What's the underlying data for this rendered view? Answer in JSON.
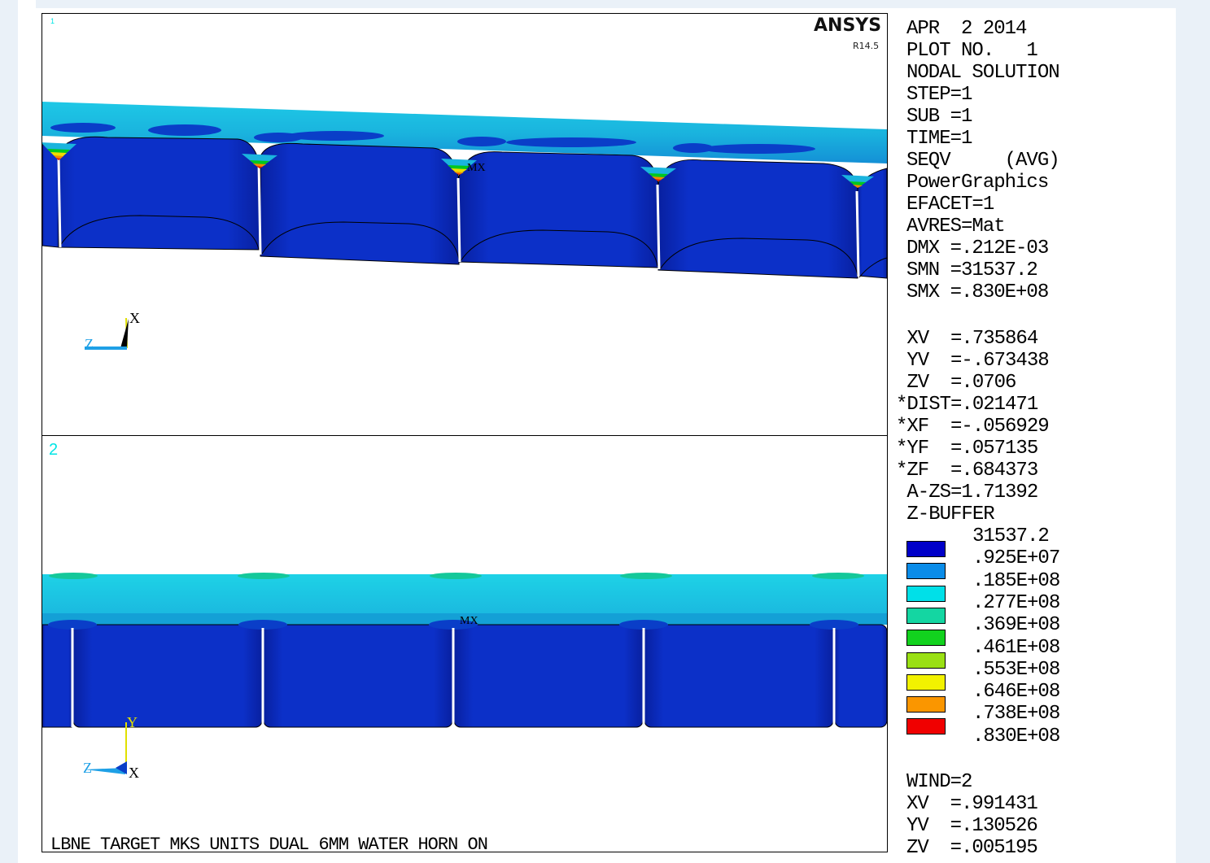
{
  "logo": {
    "name": "ANSYS",
    "version": "R14.5"
  },
  "window1": {
    "number": "1",
    "max_label": "MX",
    "axis": {
      "x": "X",
      "z": "Z"
    }
  },
  "window2": {
    "number": "2",
    "max_label": "MX",
    "axis": {
      "y": "Y",
      "z": "Z",
      "x": "X"
    }
  },
  "footer_title": "LBNE TARGET MKS UNITS DUAL 6MM WATER HORN ON",
  "info": {
    "date": "APR  2 2014",
    "plot_no": "PLOT NO.   1",
    "solution": "NODAL SOLUTION",
    "step": "STEP=1",
    "sub": "SUB =1",
    "time": "TIME=1",
    "seqv": "SEQV     (AVG)",
    "graphics": "PowerGraphics",
    "efacet": "EFACET=1",
    "avres": "AVRES=Mat",
    "dmx": "DMX =.212E-03",
    "smn": "SMN =31537.2",
    "smx": "SMX =.830E+08",
    "xv": " XV  =.735864",
    "yv": " YV  =-.673438",
    "zv": " ZV  =.0706",
    "dist": "*DIST=.021471",
    "xf": "*XF  =-.056929",
    "yf": "*YF  =.057135",
    "zf": "*ZF  =.684373",
    "azs": " A-ZS=1.71392",
    "zbuffer": " Z-BUFFER",
    "wind": "WIND=2",
    "xv2": "XV  =.991431",
    "yv2": "YV  =.130526",
    "zv2": "ZV  =.005195"
  },
  "legend": [
    {
      "label": "31537.2",
      "color": "#0000c8"
    },
    {
      "label": ".925E+07",
      "color": "#0a8ce8"
    },
    {
      "label": ".185E+08",
      "color": "#00e0e8"
    },
    {
      "label": ".277E+08",
      "color": "#14d6a2"
    },
    {
      "label": ".369E+08",
      "color": "#12d21e"
    },
    {
      "label": ".461E+08",
      "color": "#9ae014"
    },
    {
      "label": ".553E+08",
      "color": "#f2f200"
    },
    {
      "label": ".646E+08",
      "color": "#fa9600"
    },
    {
      "label": ".738E+08",
      "color": "#f00000"
    },
    {
      "label": ".830E+08",
      "color": null
    }
  ],
  "colors": {
    "blue": "#0a28b4",
    "cyan": "#1ec8e6",
    "light_blue": "#1e8cdc",
    "red": "#e61e00",
    "orange": "#f08c00",
    "yellow": "#f0dc00"
  }
}
